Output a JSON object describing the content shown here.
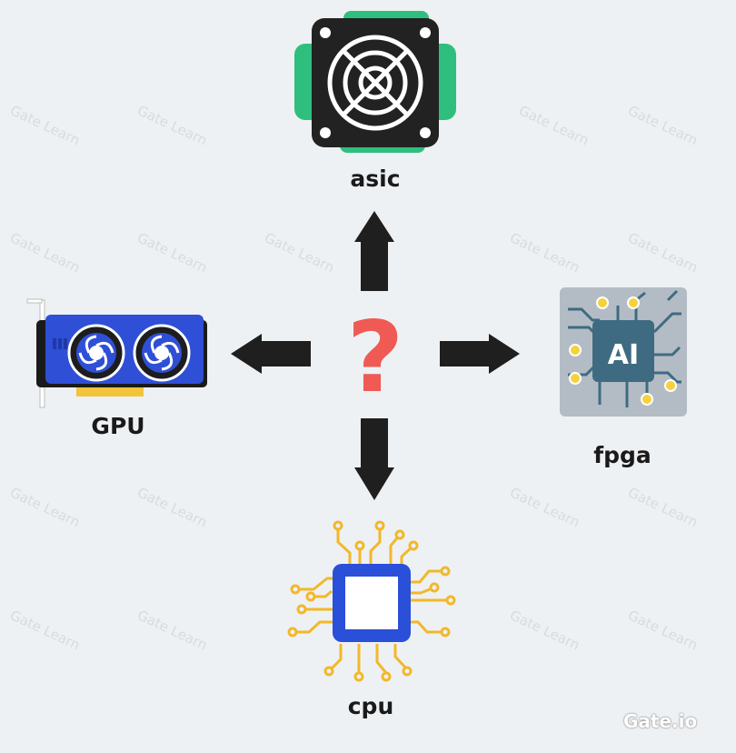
{
  "nodes": {
    "asic": "asic",
    "gpu": "GPU",
    "fpga": "fpga",
    "cpu": "cpu"
  },
  "center_symbol": "?",
  "fpga_chip_text": "AI",
  "watermark": "Gate Learn",
  "brand": "Gate.io",
  "colors": {
    "background": "#eef1f3",
    "arrow": "#1f1f1f",
    "question": "#ef5a55",
    "asic_body": "#222222",
    "asic_side": "#2ebf7e",
    "gpu_blue": "#2f4fd6",
    "cpu_trace": "#f2b82a",
    "cpu_chip": "#2a4fd8",
    "fpga_bg": "#b3bcc4",
    "fpga_chip": "#3f6b82",
    "fpga_dot": "#f5d23c"
  }
}
